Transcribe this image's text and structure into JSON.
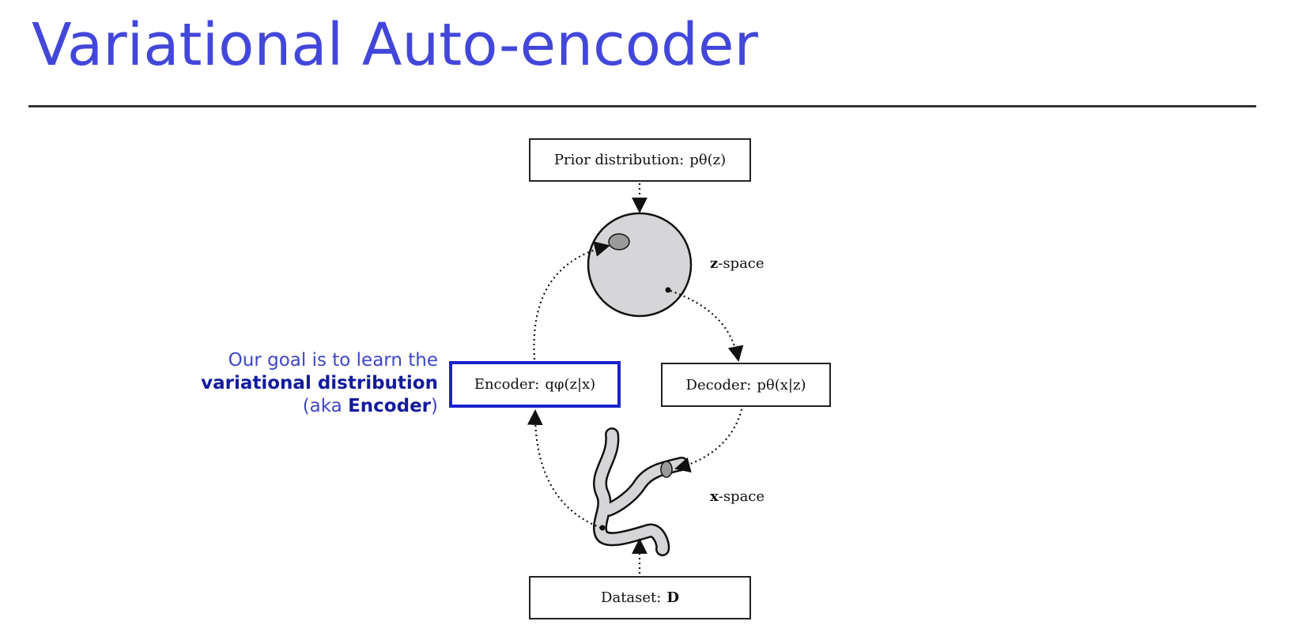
{
  "slide": {
    "title": "Variational Auto-encoder"
  },
  "diagram": {
    "prior": {
      "name": "Prior distribution:",
      "formula": "pθ(z)"
    },
    "encoder": {
      "name": "Encoder:",
      "formula": "qφ(z|x)"
    },
    "decoder": {
      "name": "Decoder:",
      "formula": "pθ(x|z)"
    },
    "dataset": {
      "name": "Dataset:",
      "formula": "D"
    },
    "z_space": {
      "symbol": "z",
      "suffix": "-space"
    },
    "x_space": {
      "symbol": "x",
      "suffix": "-space"
    }
  },
  "callout": {
    "line1": "Our goal is to learn the",
    "line2": "variational distribution",
    "line3_prefix": "(aka ",
    "line3_bold": "Encoder",
    "line3_suffix": ")"
  },
  "colors": {
    "title": "#4347d9",
    "callout": "#3f46c8",
    "callout_bold": "#141b9c",
    "encoder_border": "#1a22c9",
    "region_fill": "#d6d6d8",
    "posterior_fill": "#9a9a9a"
  }
}
